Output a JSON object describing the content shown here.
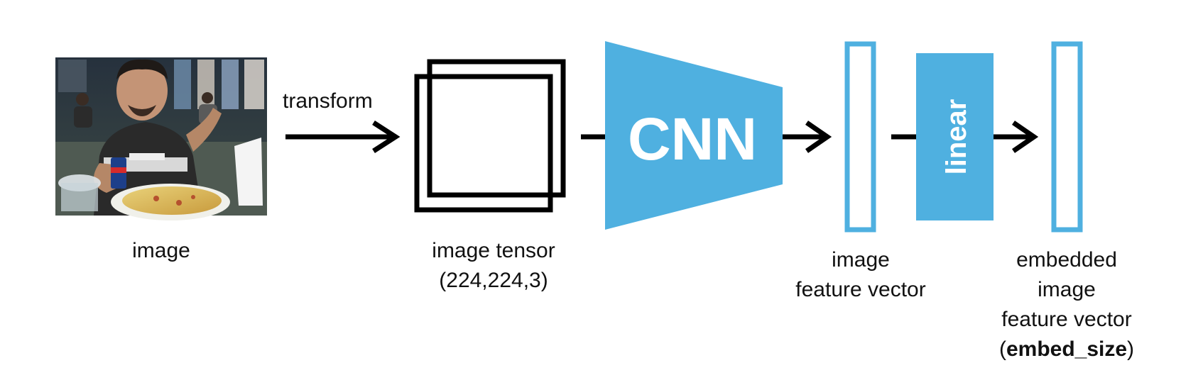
{
  "colors": {
    "accent": "#4fb0e0",
    "stroke": "#000000",
    "text": "#111111"
  },
  "steps": {
    "image": {
      "label": "image",
      "photo_description": "photo-icon"
    },
    "transform": {
      "label": "transform"
    },
    "tensor": {
      "label_line1": "image tensor",
      "label_line2": "(224,224,3)"
    },
    "cnn": {
      "label": "CNN"
    },
    "feature_vector": {
      "label_line1": "image",
      "label_line2": "feature vector"
    },
    "linear": {
      "label": "linear"
    },
    "embedded": {
      "label_line1": "embedded",
      "label_line2": "image",
      "label_line3": "feature vector",
      "size_open": "(",
      "size_name": "embed_size",
      "size_close": ")"
    }
  }
}
